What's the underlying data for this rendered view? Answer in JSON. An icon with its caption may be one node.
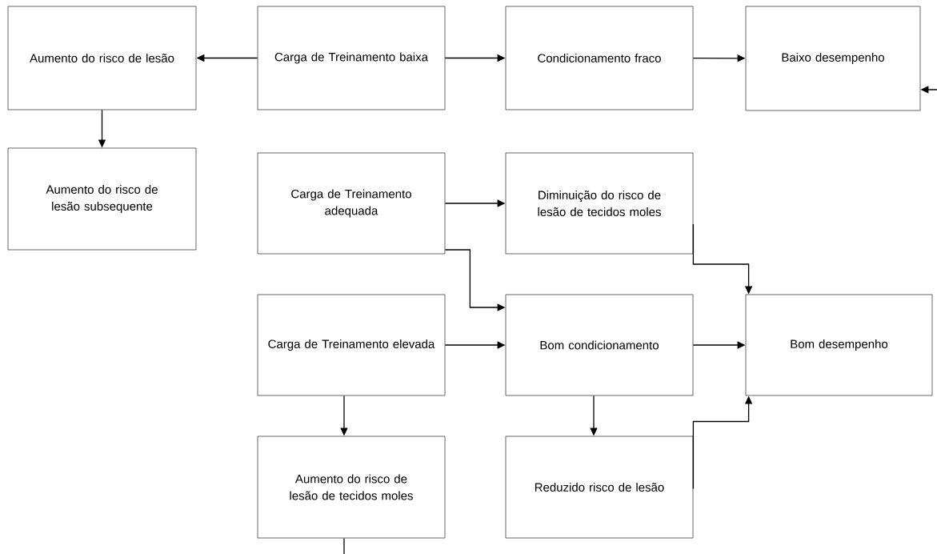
{
  "diagram": {
    "nodes": [
      {
        "text": [
          "Aumento do risco de lesão"
        ]
      },
      {
        "text": [
          "Carga de Treinamento baixa"
        ]
      },
      {
        "text": [
          "Condicionamento fraco"
        ]
      },
      {
        "text": [
          "Baixo desempenho"
        ]
      },
      {
        "text": [
          "Aumento do risco de lesão subsequente"
        ]
      },
      {
        "text": [
          "Carga de Treinamento adequada"
        ]
      },
      {
        "text": [
          "Diminuição do risco de lesão de tecidos moles"
        ]
      },
      {
        "text": [
          "Carga de Treinamento elevada"
        ]
      },
      {
        "text": [
          "Bom condicionamento"
        ]
      },
      {
        "text": [
          "Bom desempenho"
        ]
      },
      {
        "text": [
          "Aumento do risco de lesão de tecidos moles"
        ]
      },
      {
        "text": [
          "Reduzido risco de lesão"
        ]
      }
    ],
    "edges": [
      {
        "from": 1,
        "to": 0,
        "arrow": "to"
      },
      {
        "from": 1,
        "to": 2,
        "arrow": "to"
      },
      {
        "from": 2,
        "to": 3,
        "arrow": "to"
      },
      {
        "from": null,
        "to": 3,
        "arrow": "to"
      },
      {
        "from": 0,
        "to": 4,
        "arrow": "to"
      },
      {
        "from": 5,
        "to": 6,
        "arrow": "to"
      },
      {
        "from": 5,
        "to": 8,
        "arrow": "to"
      },
      {
        "from": 6,
        "to": 9,
        "arrow": "to"
      },
      {
        "from": 7,
        "to": 8,
        "arrow": "to"
      },
      {
        "from": 8,
        "to": 9,
        "arrow": "to"
      },
      {
        "from": 7,
        "to": 10,
        "arrow": "to"
      },
      {
        "from": 8,
        "to": 11,
        "arrow": "to"
      },
      {
        "from": 11,
        "to": 9,
        "arrow": "to"
      },
      {
        "from": 10,
        "to": null,
        "arrow": "none"
      }
    ]
  }
}
